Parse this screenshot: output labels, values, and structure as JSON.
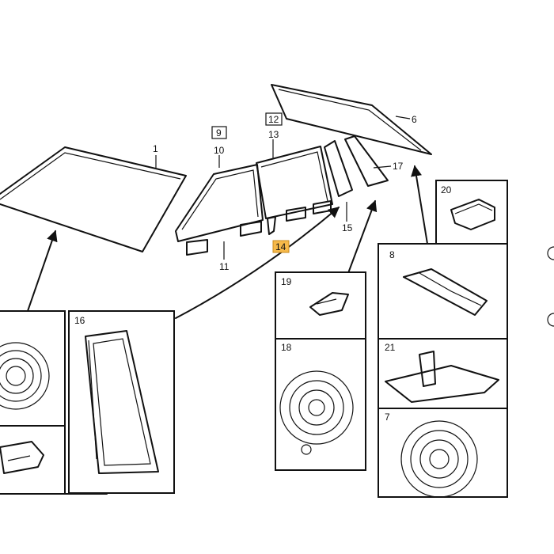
{
  "labels": {
    "p1": "1",
    "p6": "6",
    "p9": "9",
    "p10": "10",
    "p11": "11",
    "p12": "12",
    "p13": "13",
    "p14": "14",
    "p15": "15",
    "p16": "16",
    "p17": "17",
    "p18": "18",
    "p19": "19",
    "p20": "20",
    "p21": "21",
    "p7": "7",
    "p8": "8"
  },
  "colors": {
    "ink": "#111111",
    "highlight": "#f6b94a",
    "background": "#ffffff"
  }
}
